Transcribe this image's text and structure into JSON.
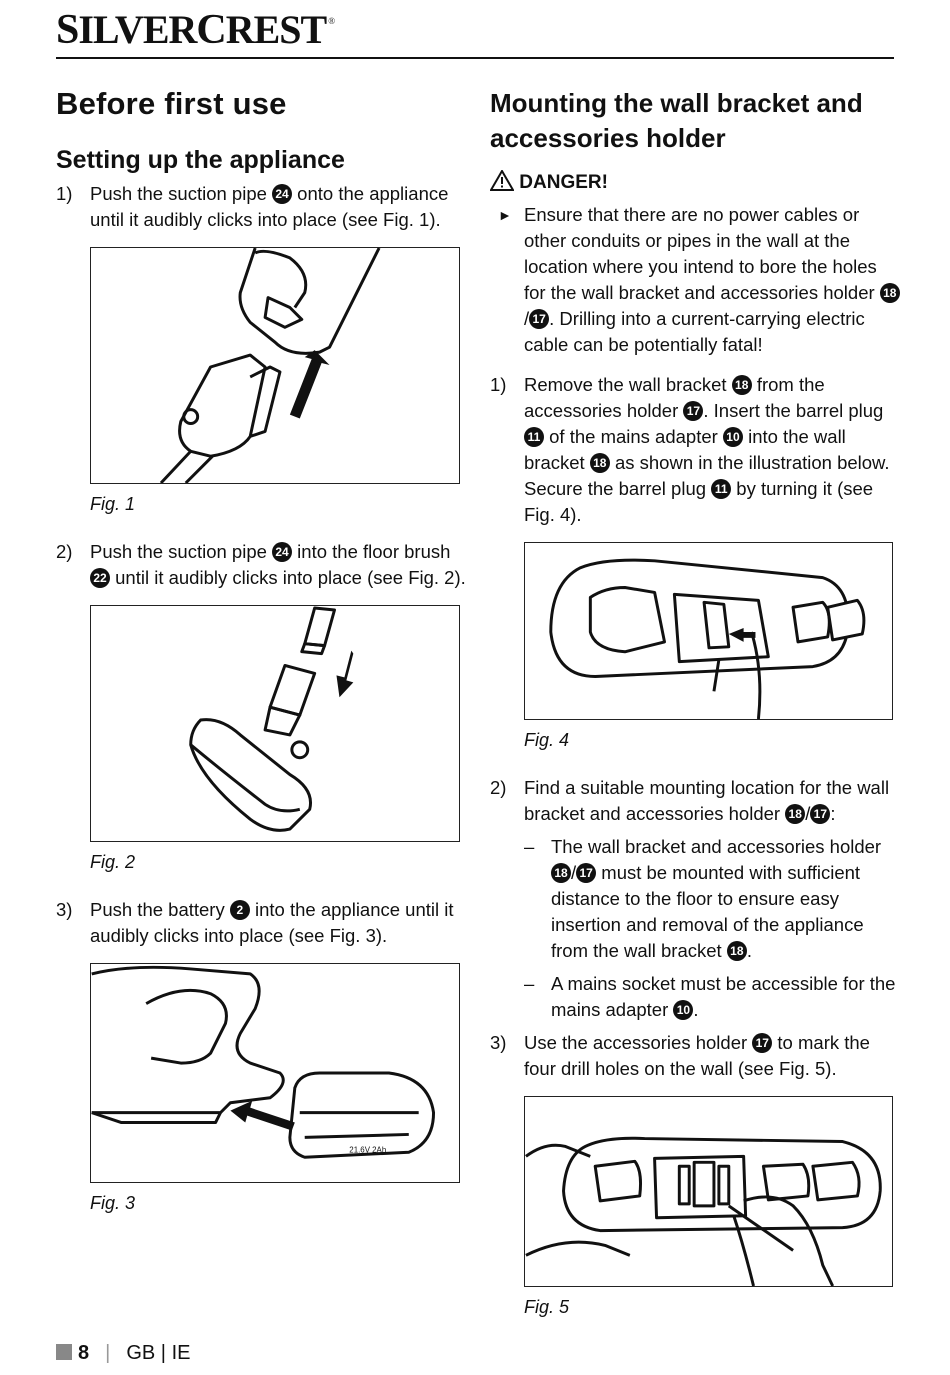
{
  "brand": {
    "name": "SilverCrest",
    "part1_s": "S",
    "part1_rest": "ILVER",
    "part2_c": "C",
    "part2_rest": "REST",
    "reg": "®"
  },
  "left": {
    "title": "Before first use",
    "subtitle": "Setting up the appliance",
    "step1": {
      "num": "1)",
      "a": "Push the suction pipe ",
      "c1": "24",
      "b": " onto the appliance until it audibly clicks into place (see Fig. 1)."
    },
    "fig1": "Fig. 1",
    "step2": {
      "num": "2)",
      "a": "Push the suction pipe ",
      "c1": "24",
      "b": " into the floor brush ",
      "c2": "22",
      "c": " until it audibly clicks into place (see Fig. 2)."
    },
    "fig2": "Fig. 2",
    "step3": {
      "num": "3)",
      "a": "Push the battery ",
      "c1": "2",
      "b": " into the appliance until it audibly clicks into place (see Fig. 3)."
    },
    "fig3": "Fig. 3",
    "battery_label": "21.6V 2Ah"
  },
  "right": {
    "title": "Mounting the wall bracket and accessories holder",
    "danger": "DANGER!",
    "warn": {
      "a": "Ensure that there are no power cables or other conduits or pipes in the wall at the location where you intend to bore the holes for the wall bracket and accessories holder ",
      "c1": "18",
      "slash": "/",
      "c2": "17",
      "b": ". Drilling into a current-carrying electric cable can be potentially fatal!"
    },
    "step1": {
      "num": "1)",
      "a": "Remove the wall bracket ",
      "c1": "18",
      "b": " from the accessories holder ",
      "c2": "17",
      "c": ". Insert the barrel plug ",
      "c3": "11",
      "d": " of the mains adapter ",
      "c4": "10",
      "e": " into the wall bracket ",
      "c5": "18",
      "f": " as shown in the illustration below. Secure the barrel plug ",
      "c6": "11",
      "g": " by turning it (see Fig. 4)."
    },
    "fig4": "Fig. 4",
    "step2": {
      "num": "2)",
      "a": "Find a suitable mounting location for the wall bracket and accessories holder ",
      "c1": "18",
      "slash": "/",
      "c2": "17",
      "b": ":"
    },
    "dash1": {
      "mark": "–",
      "a": "The wall bracket and accessories holder ",
      "c1": "18",
      "slash": "/",
      "c2": "17",
      "b": " must be mounted with sufficient distance to the floor to ensure easy insertion and removal of the appliance from the wall bracket ",
      "c3": "18",
      "c": "."
    },
    "dash2": {
      "mark": "–",
      "a": "A mains socket must be accessible for the mains adapter ",
      "c1": "10",
      "b": "."
    },
    "step3": {
      "num": "3)",
      "a": "Use the accessories holder ",
      "c1": "17",
      "b": " to mark the four drill holes on the wall (see Fig. 5)."
    },
    "fig5": "Fig. 5"
  },
  "footer": {
    "page": "8",
    "lang1": "GB",
    "divider": "|",
    "lang2": "IE"
  }
}
